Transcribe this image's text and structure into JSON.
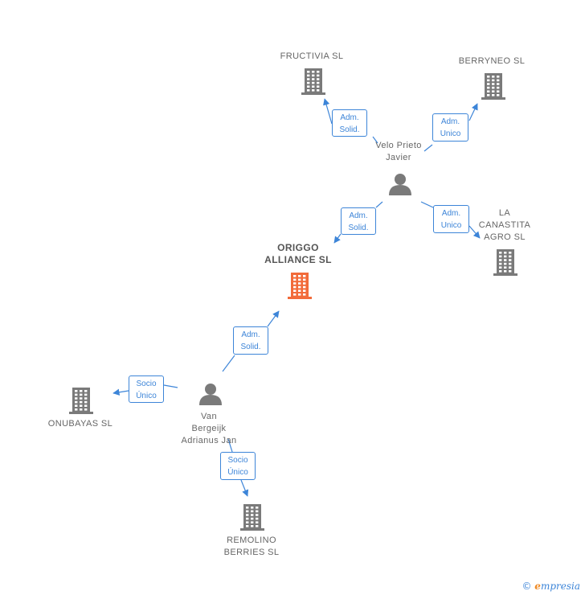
{
  "colors": {
    "company": "#7a7a7a",
    "focus": "#f26b3a",
    "person": "#7a7a7a",
    "edge": "#3d85d8"
  },
  "nodes": {
    "fructivia": {
      "label": "FRUCTIVIA  SL",
      "kind": "company"
    },
    "berryneo": {
      "label": "BERRYNEO  SL",
      "kind": "company"
    },
    "velo": {
      "label": "Velo Prieto\nJavier",
      "kind": "person"
    },
    "canastita": {
      "label": "LA\nCANASTITA\nAGRO  SL",
      "kind": "company"
    },
    "origgo": {
      "label": "ORIGGO\nALLIANCE  SL",
      "kind": "focus"
    },
    "onubayas": {
      "label": "ONUBAYAS  SL",
      "kind": "company"
    },
    "van": {
      "label": "Van\nBergeijk\nAdrianus Jan",
      "kind": "person"
    },
    "remolino": {
      "label": "REMOLINO\nBERRIES  SL",
      "kind": "company"
    }
  },
  "relations": [
    {
      "from": "velo",
      "to": "fructivia",
      "label": "Adm.\nSolid."
    },
    {
      "from": "velo",
      "to": "berryneo",
      "label": "Adm.\nUnico"
    },
    {
      "from": "velo",
      "to": "origgo",
      "label": "Adm.\nSolid."
    },
    {
      "from": "velo",
      "to": "canastita",
      "label": "Adm.\nUnico"
    },
    {
      "from": "van",
      "to": "origgo",
      "label": "Adm.\nSolid."
    },
    {
      "from": "van",
      "to": "onubayas",
      "label": "Socio\nÚnico"
    },
    {
      "from": "van",
      "to": "remolino",
      "label": "Socio\nÚnico"
    }
  ],
  "watermark": {
    "copyright": "©",
    "brand_initial": "e",
    "brand_rest": "mpresia"
  }
}
